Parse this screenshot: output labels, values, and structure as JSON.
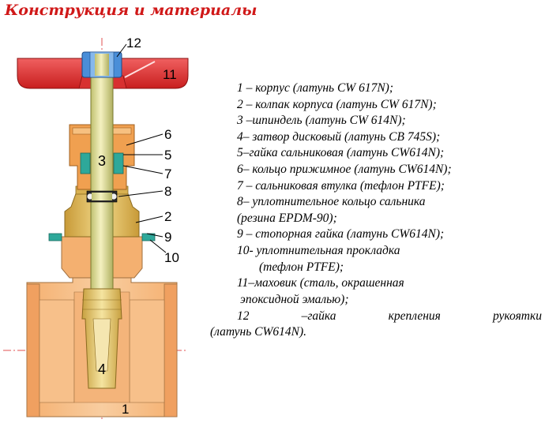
{
  "title": "Конструкция и материалы",
  "callouts": [
    "12",
    "11",
    "6",
    "5",
    "3",
    "7",
    "8",
    "2",
    "9",
    "10",
    "4",
    "1"
  ],
  "legend": [
    "1 – корпус (латунь CW 617N);",
    "2 – колпак корпуса (латунь CW 617N);",
    "3 –шпиндель (латунь CW 614N);",
    "4– затвор дисковый (латунь CB 745S);",
    "5–гайка сальниковая (латунь CW614N);",
    "6– кольцо прижимное (латунь CW614N);",
    "7 – сальниковая втулка (тефлон PTFE);",
    "8– уплотнительное кольцо сальника",
    "(резина EPDM-90);",
    "9 – стопорная гайка (латунь CW614N);",
    "10- уплотнительная прокладка",
    "(тефлон PTFE);",
    "11–маховик (сталь, окрашенная",
    "эпоксидной эмалью);"
  ],
  "legend_last": {
    "num": "12",
    "w1": "–гайка",
    "w2": "крепления",
    "w3": "рукоятки",
    "line2": "(латунь CW614N)."
  },
  "colors": {
    "title": "#d01818",
    "handwheel": "#e23a3a",
    "body": "#f0a860",
    "brass": "#d4b050",
    "teal": "#2ea89a",
    "nut": "#4a8ed8"
  }
}
